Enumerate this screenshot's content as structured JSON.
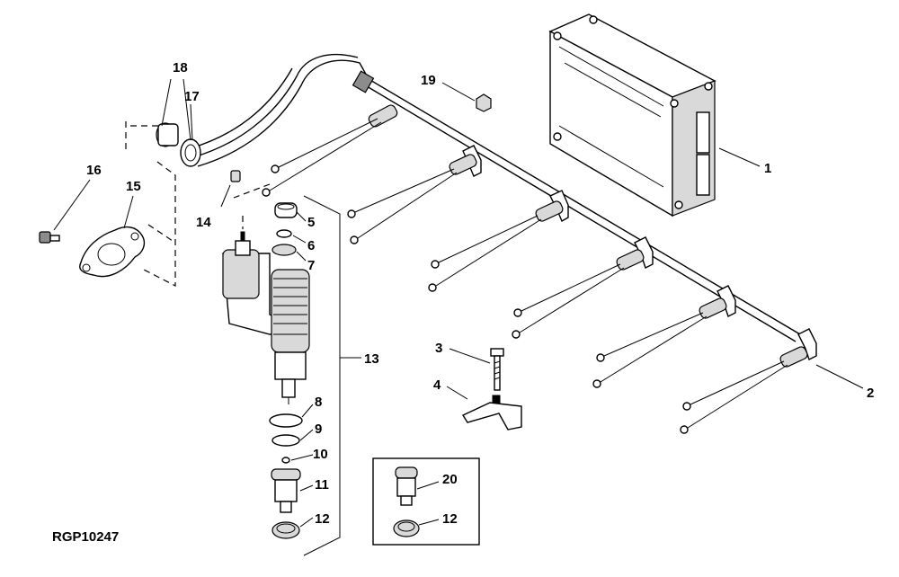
{
  "figure_id": "RGP10247",
  "callouts": {
    "c1": "1",
    "c2": "2",
    "c3": "3",
    "c4": "4",
    "c5": "5",
    "c6": "6",
    "c7": "7",
    "c8": "8",
    "c9": "9",
    "c10": "10",
    "c11": "11",
    "c12": "12",
    "c13": "13",
    "c14": "14",
    "c15": "15",
    "c16": "16",
    "c17": "17",
    "c18": "18",
    "c19": "19",
    "c20": "20",
    "c12b": "12"
  }
}
